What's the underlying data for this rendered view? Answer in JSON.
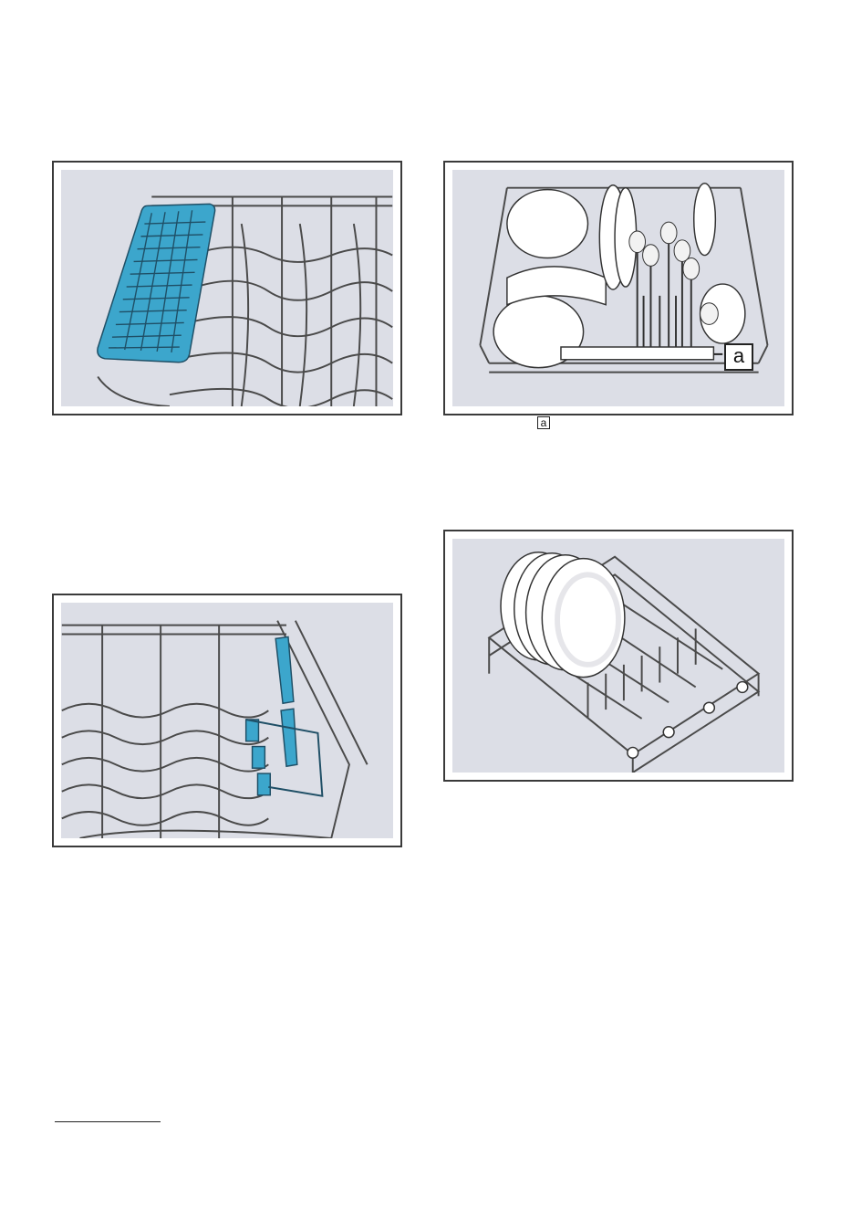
{
  "figures": {
    "top_left": {
      "icon": "upper-basket-cutlery-tray-illustration"
    },
    "top_right": {
      "icon": "loaded-basket-with-cutlery-basket-illustration",
      "callout": "a"
    },
    "bottom_left": {
      "icon": "folding-racks-illustration"
    },
    "bottom_right": {
      "icon": "lower-basket-with-plates-illustration"
    }
  },
  "legend_marker": "a",
  "colors": {
    "accent_blue": "#3ca6cc",
    "panel_bg": "#dcdee6",
    "frame": "#3a3a3a"
  }
}
